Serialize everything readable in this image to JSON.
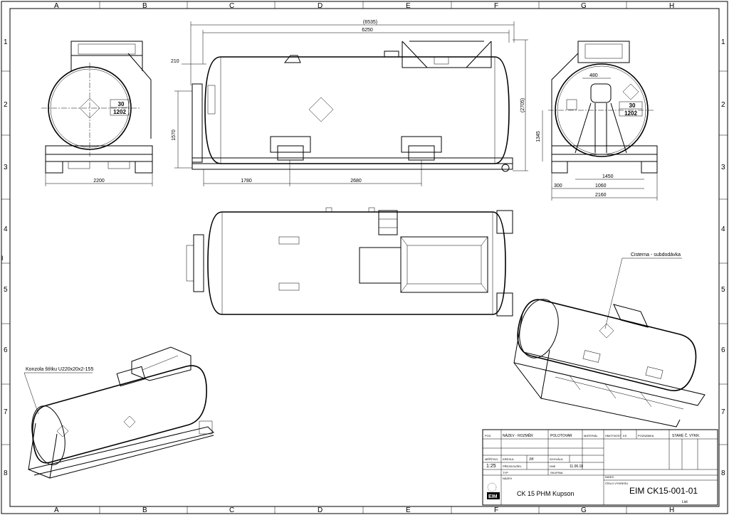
{
  "frame": {
    "columns": [
      "A",
      "B",
      "C",
      "D",
      "E",
      "F",
      "G",
      "H"
    ],
    "rows": [
      "1",
      "2",
      "3",
      "4",
      "5",
      "6",
      "7",
      "8"
    ],
    "left_mark": "I"
  },
  "dimensions": {
    "overall_length": "(6535)",
    "body_length": "6250",
    "d210": "210",
    "d1570": "1570",
    "d1780": "1780",
    "d2680": "2680",
    "height": "(2705)",
    "d480": "480",
    "d1345": "1345",
    "d1450": "1450",
    "d300": "300",
    "d1060": "1060",
    "d2160": "2160",
    "d2200": "2200"
  },
  "placard": {
    "line1": "30",
    "line2": "1202"
  },
  "callouts": {
    "tank": "Cisterna - subdodávka",
    "bracket": "Konzola štítku U220x20x2-155"
  },
  "title_block": {
    "h_name": "NÁZEV - ROZMĚR",
    "h_semi": "POLOTOVAR",
    "h_mat": "MATERIÁL",
    "h_mass": "HMOTNOST",
    "h_pos": "POZ.",
    "h_qty": "KS",
    "h_note": "POZNÁMKA",
    "h_old": "STARÉ Č. VÝKR.",
    "h_scale_lbl": "MĚŘÍTKO",
    "scale": "1:25",
    "h_drew": "KRESLIL",
    "drew": "Jiří",
    "h_checked": "PŘEZKOUŠEL",
    "h_approved": "SCHVÁLIL",
    "h_date": "DNE",
    "date": "11.06.18",
    "h_index": "INDEX",
    "h_type": "TYP",
    "h_group": "SKUPINA",
    "h_title": "NÁZEV",
    "title": "CK 15 PHM Kupson",
    "h_number": "ČÍSLO VÝKRESU",
    "number": "EIM  CK15-001-01",
    "sheet": "List",
    "logo": "EIM"
  }
}
